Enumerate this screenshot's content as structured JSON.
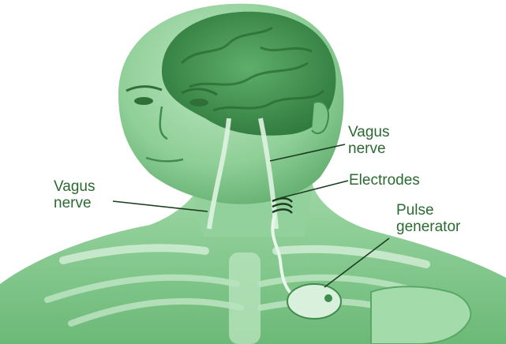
{
  "labels": {
    "vagus_right_line1": "Vagus",
    "vagus_right_line2": "nerve",
    "vagus_left_line1": "Vagus",
    "vagus_left_line2": "nerve",
    "electrodes": "Electrodes",
    "pulse_line1": "Pulse",
    "pulse_line2": "generator"
  },
  "colors": {
    "background": "#ffffff",
    "figure_light": "#a9dcae",
    "figure_mid": "#7cc487",
    "figure_dark": "#3f8c4d",
    "label_text": "#2b6a31",
    "leader_line": "#1d3d22"
  }
}
